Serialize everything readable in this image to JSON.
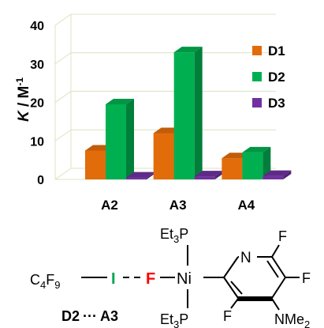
{
  "chart_data": {
    "type": "bar",
    "style": "3d",
    "categories": [
      "A2",
      "A3",
      "A4"
    ],
    "series": [
      {
        "name": "D1",
        "color": "#e36c0a",
        "values": [
          7.5,
          12,
          5.5
        ]
      },
      {
        "name": "D2",
        "color": "#00b050",
        "values": [
          19.5,
          33,
          7
        ]
      },
      {
        "name": "D3",
        "color": "#7030a0",
        "values": [
          0.5,
          0.8,
          0.9
        ]
      }
    ],
    "ylabel_main": "K",
    "ylabel_unit": " / M",
    "ylabel_sup": "-1",
    "ylim": [
      0,
      40
    ],
    "yticks": [
      0,
      10,
      20,
      30,
      40
    ],
    "grid": true,
    "legend_position": "right"
  },
  "molecule": {
    "c4f9": "C",
    "c4f9_sub": "4",
    "c4f9_f": "F",
    "c4f9_sub2": "9",
    "iodine": "I",
    "fluoride": "F",
    "nickel": "Ni",
    "pet3_top": "Et",
    "pet3_top_sub": "3",
    "pet3_top_p": "P",
    "pet3_bottom": "Et",
    "pet3_bottom_sub": "3",
    "pet3_bottom_p": "P",
    "ring_n": "N",
    "ring_f1": "F",
    "ring_f2": "F",
    "ring_f3": "F",
    "nme2": "NMe",
    "nme2_sub": "2",
    "complex_donor": "D2",
    "complex_dots": "···",
    "complex_acceptor": "A3",
    "iodine_color": "#00a651",
    "fluoride_color": "#ff0000"
  }
}
